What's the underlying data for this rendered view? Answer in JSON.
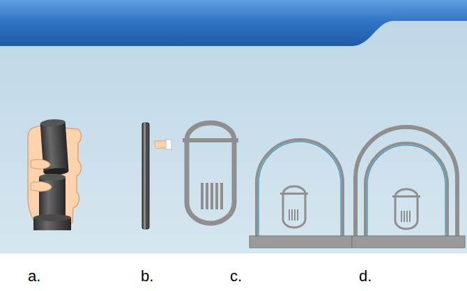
{
  "diagram": {
    "labels": [
      "a.",
      "b.",
      "c.",
      "d."
    ]
  }
}
